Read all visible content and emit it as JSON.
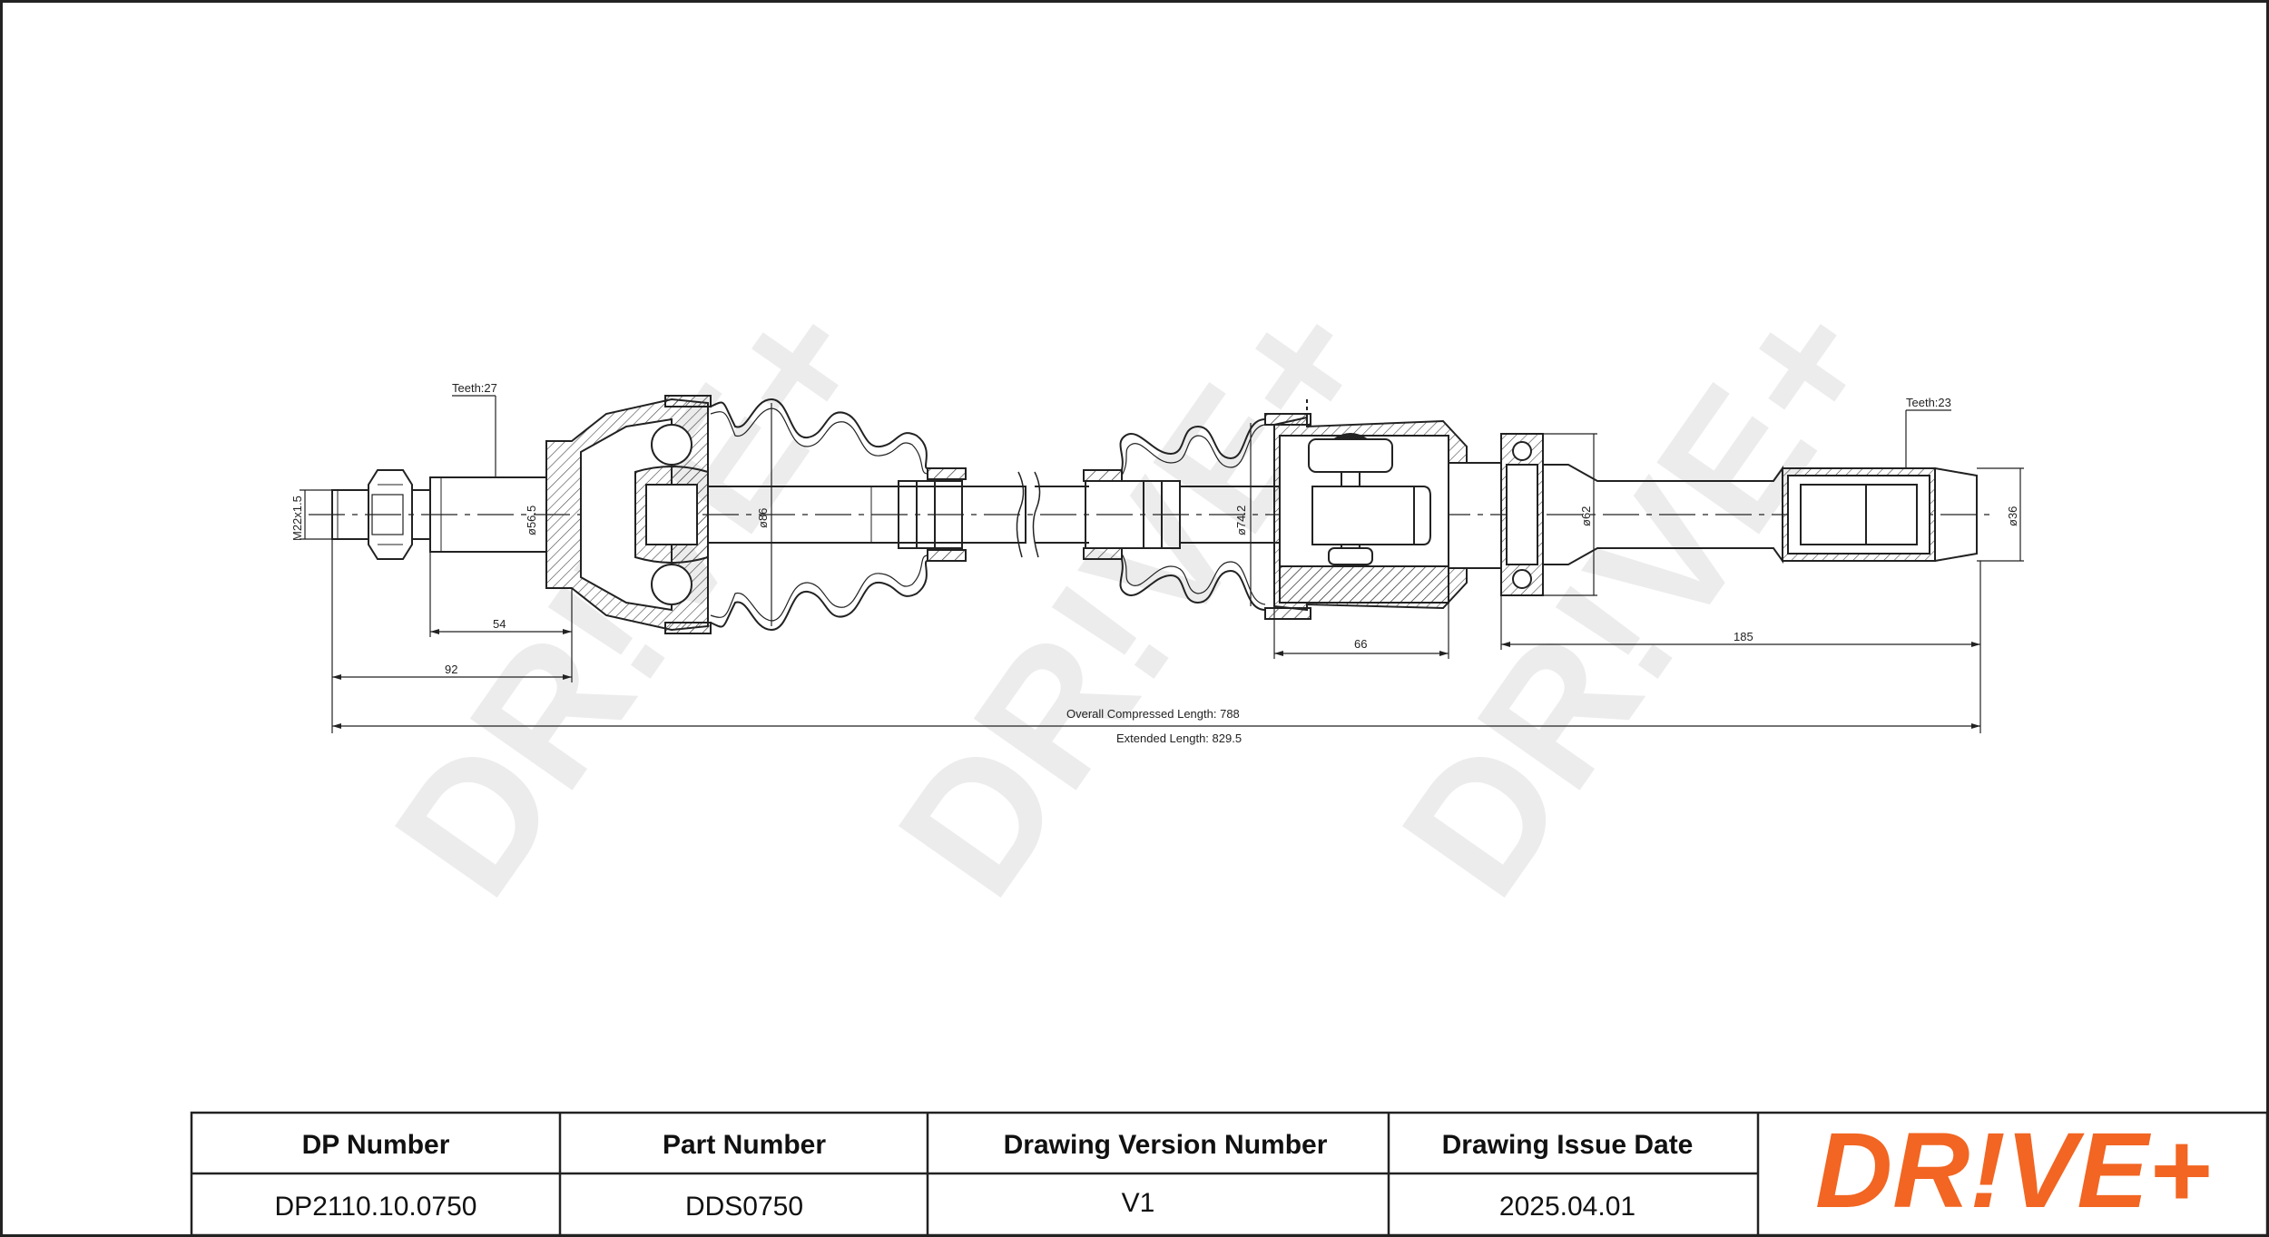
{
  "dimensions": {
    "thread": "M22x1.5",
    "teeth_outer": "Teeth:27",
    "dia_outer_shaft": "ø56.5",
    "dia_outer_joint": "ø86",
    "dia_inner_boot": "ø74.2",
    "dia_bearing": "ø62",
    "dia_inner_end": "ø36",
    "teeth_inner": "Teeth:23",
    "len_54": "54",
    "len_92": "92",
    "len_66": "66",
    "len_185": "185",
    "overall": "Overall  Compressed  Length: 788",
    "extended": "Extended  Length: 829.5"
  },
  "watermark": "DR!VE+",
  "title_block": {
    "headers": [
      "DP Number",
      "Part Number",
      "Drawing Version Number",
      "Drawing Issue Date"
    ],
    "values": [
      "DP2110.10.0750",
      "DDS0750",
      "V1",
      "2025.04.01"
    ]
  },
  "logo": {
    "text": "DR!VE+",
    "color": "#f26522"
  },
  "colors": {
    "line": "#222222",
    "hatch": "#333333",
    "watermark": "#efefef",
    "brand": "#f26522"
  }
}
